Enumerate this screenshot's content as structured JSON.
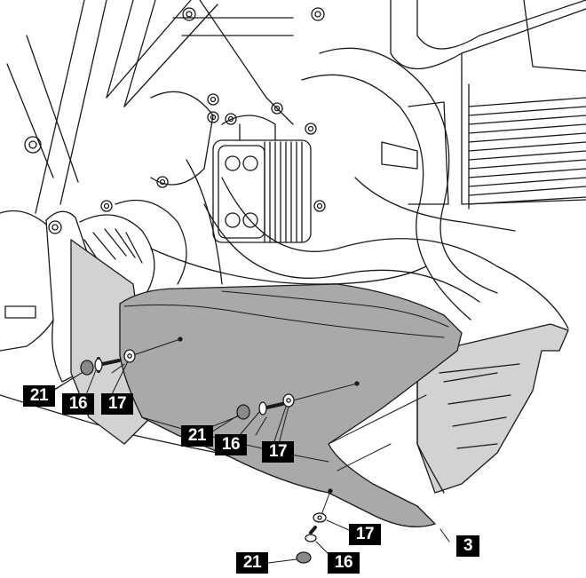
{
  "figure": {
    "callouts": {
      "c21a": "21",
      "c16a": "16",
      "c17a": "17",
      "c21b": "21",
      "c16b": "16",
      "c17b": "17",
      "c17c": "17",
      "c21c": "21",
      "c16c": "16",
      "c3": "3"
    },
    "colors": {
      "guard_fill": "#a9a9a9",
      "guard_back_fill": "#d2d2d2",
      "line": "#1a1a1a",
      "callout_bg": "#000000"
    }
  }
}
